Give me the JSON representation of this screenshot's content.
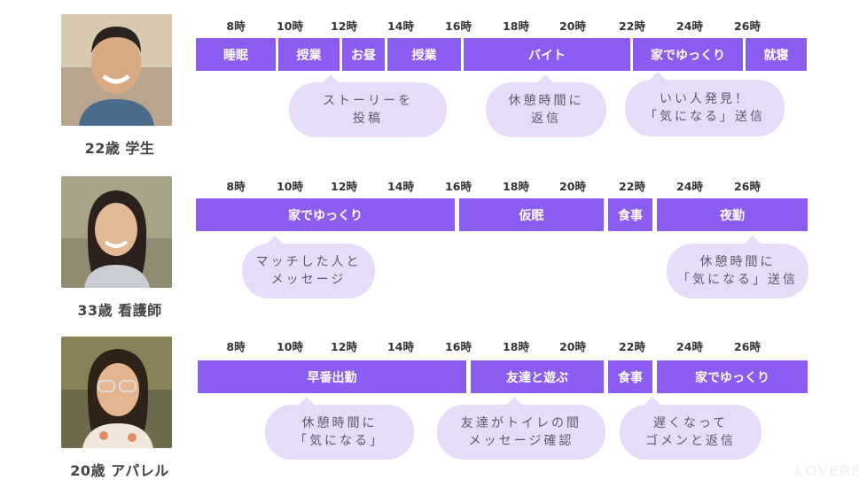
{
  "hours": [
    "8時",
    "10時",
    "12時",
    "14時",
    "16時",
    "18時",
    "20時",
    "22時",
    "24時",
    "26時"
  ],
  "colors": {
    "segment": "#8a5cf0",
    "bubble": "#e6dcfa",
    "bubble_text": "#5a5a6a"
  },
  "rows": [
    {
      "label": "22歳 学生",
      "photo": "young-man-photo",
      "segments": [
        {
          "label": "睡眠"
        },
        {
          "label": "授業"
        },
        {
          "label": "お昼"
        },
        {
          "label": "授業"
        },
        {
          "label": "バイト"
        },
        {
          "label": "家でゆっくり"
        },
        {
          "label": "就寝"
        }
      ],
      "bubbles": [
        {
          "text": "ストーリーを\n投稿"
        },
        {
          "text": "休憩時間に\n返信"
        },
        {
          "text": "いい人発見！\n「気になる」送信"
        }
      ]
    },
    {
      "label": "33歳 看護師",
      "photo": "woman-nurse-photo",
      "segments": [
        {
          "label": "家でゆっくり"
        },
        {
          "label": "仮眠"
        },
        {
          "label": "食事"
        },
        {
          "label": "夜勤"
        }
      ],
      "bubbles": [
        {
          "text": "マッチした人と\nメッセージ"
        },
        {
          "text": "休憩時間に\n「気になる」送信"
        }
      ]
    },
    {
      "label": "20歳 アパレル",
      "photo": "woman-apparel-photo",
      "segments": [
        {
          "label": "早番出勤"
        },
        {
          "label": "友達と遊ぶ"
        },
        {
          "label": "食事"
        },
        {
          "label": "家でゆっくり"
        }
      ],
      "bubbles": [
        {
          "text": "休憩時間に\n「気になる」"
        },
        {
          "text": "友達がトイレの間\nメッセージ確認"
        },
        {
          "text": "遅くなって\nゴメンと返信"
        }
      ]
    }
  ],
  "watermark": "LOVERS"
}
